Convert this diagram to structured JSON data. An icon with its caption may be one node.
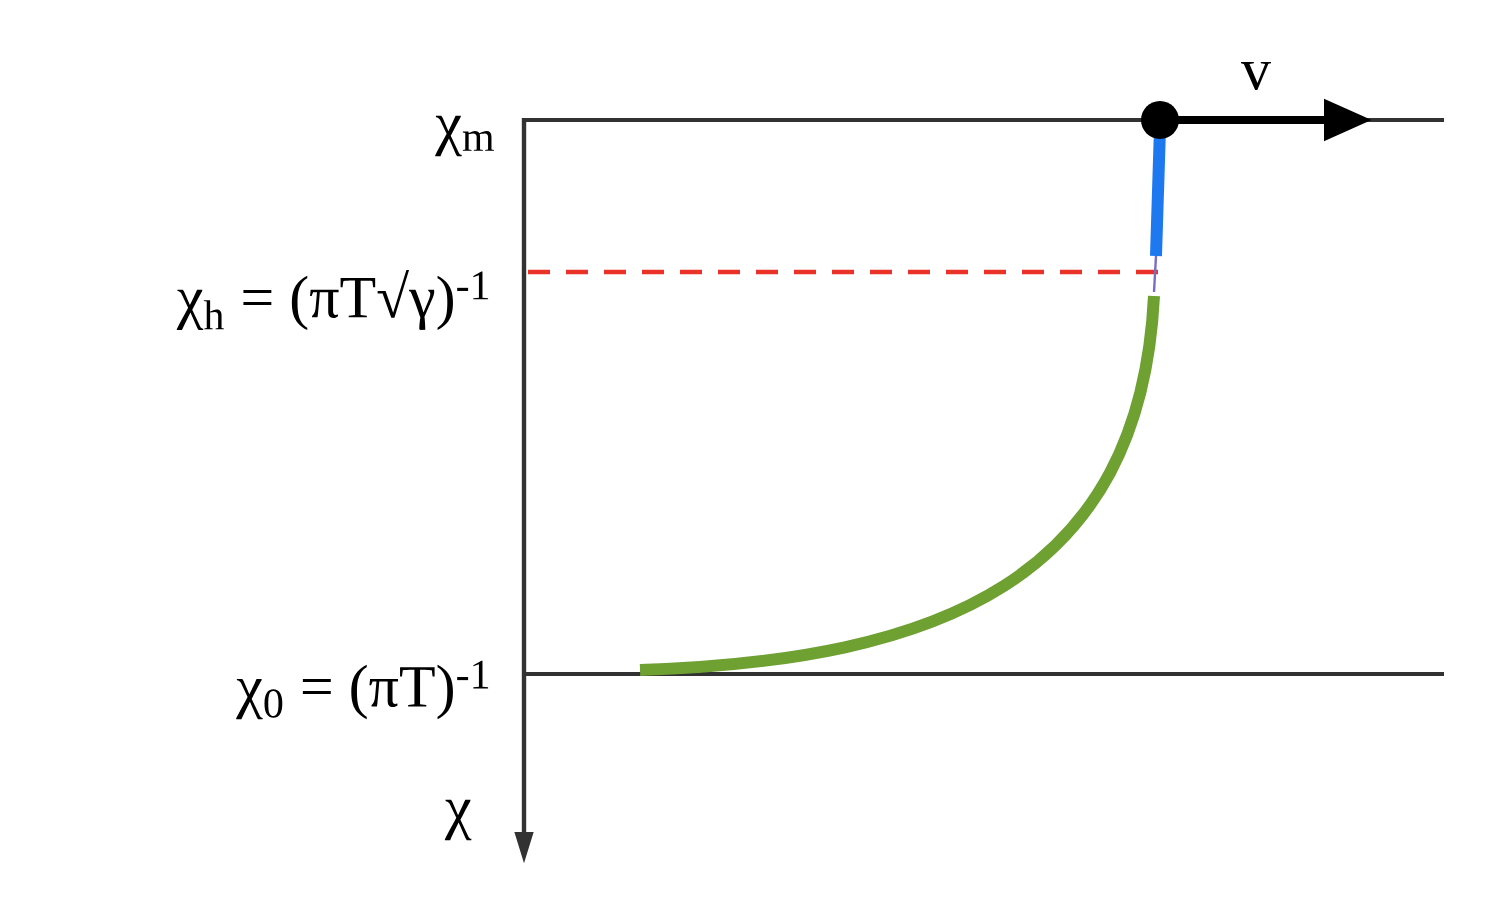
{
  "diagram": {
    "labels": [
      "χ$_{m}$",
      "v",
      "χ$_{h}$ = (πT√γ)$^{-1}$",
      "χ$_{0}$ = (πT)$^{-1}$",
      "χ"
    ]
  }
}
